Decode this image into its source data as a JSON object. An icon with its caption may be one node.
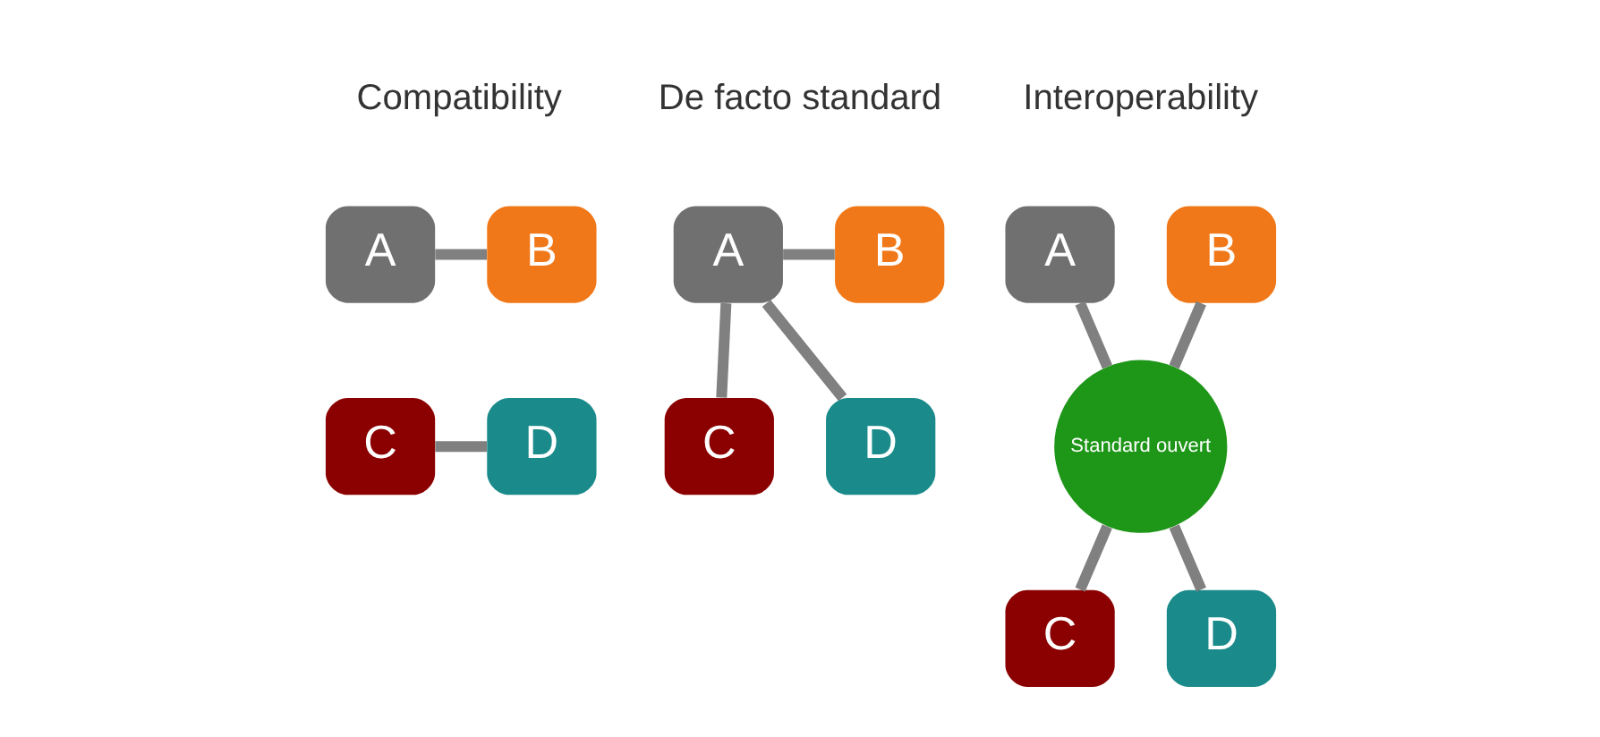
{
  "diagram": {
    "nodes": [
      {
        "text": [
          "A"
        ]
      },
      {
        "text": [
          "B"
        ]
      },
      {
        "text": [
          "C"
        ]
      },
      {
        "text": [
          "D"
        ]
      },
      {
        "text": [
          "A"
        ]
      },
      {
        "text": [
          "B"
        ]
      },
      {
        "text": [
          "C"
        ]
      },
      {
        "text": [
          "D"
        ]
      },
      {
        "text": [
          "A"
        ]
      },
      {
        "text": [
          "B"
        ]
      },
      {
        "text": [
          "Standard ouvert"
        ]
      },
      {
        "text": [
          "C"
        ]
      },
      {
        "text": [
          "D"
        ]
      }
    ],
    "edges": [
      {
        "from": 0,
        "to": 1,
        "arrow": "none"
      },
      {
        "from": 2,
        "to": 3,
        "arrow": "none"
      },
      {
        "from": 4,
        "to": 5,
        "arrow": "none"
      },
      {
        "from": 4,
        "to": 6,
        "arrow": "none"
      },
      {
        "from": 4,
        "to": 7,
        "arrow": "none"
      },
      {
        "from": 8,
        "to": 10,
        "arrow": "none"
      },
      {
        "from": 9,
        "to": 10,
        "arrow": "none"
      },
      {
        "from": 10,
        "to": 11,
        "arrow": "none"
      },
      {
        "from": 10,
        "to": 12,
        "arrow": "none"
      }
    ],
    "labels": [
      "Compatibility",
      "De facto standard",
      "Interoperability"
    ]
  }
}
